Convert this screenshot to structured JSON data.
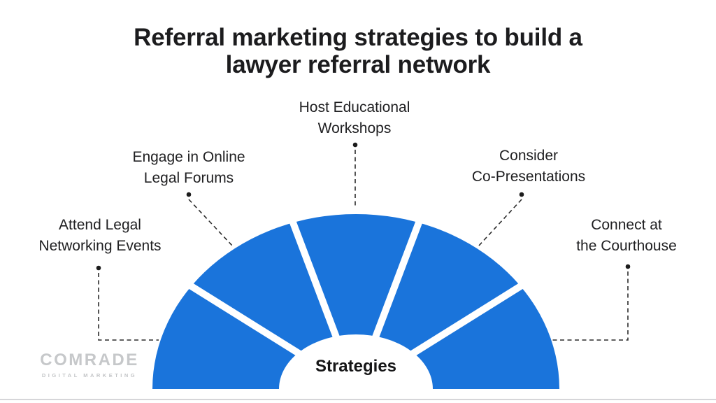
{
  "title": {
    "full": "Referral marketing strategies to build a lawyer referral network",
    "line1": "Referral marketing strategies to build a",
    "line2": "lawyer referral network"
  },
  "chart": {
    "type": "semicircle-fan",
    "center_label": "Strategies",
    "segment_color": "#1A74DB",
    "segment_count": 5,
    "segments": [
      {
        "label": "Attend Legal Networking Events",
        "line1": "Attend Legal",
        "line2": "Networking Events"
      },
      {
        "label": "Engage in Online Legal Forums",
        "line1": "Engage in Online",
        "line2": "Legal Forums"
      },
      {
        "label": "Host Educational Workshops",
        "line1": "Host Educational",
        "line2": "Workshops"
      },
      {
        "label": "Consider Co-Presentations",
        "line1": "Consider",
        "line2": "Co-Presentations"
      },
      {
        "label": "Connect at the Courthouse",
        "line1": "Connect at",
        "line2": "the Courthouse"
      }
    ]
  },
  "logo": {
    "name": "COMRADE",
    "tagline": "DIGITAL MARKETING"
  },
  "colors": {
    "segment_blue": "#1A74DB",
    "text_dark": "#1c1c1e",
    "leader_line": "#2b2b2b",
    "logo_gray": "#c6c8ca",
    "bottom_border": "#d6d6d9"
  }
}
